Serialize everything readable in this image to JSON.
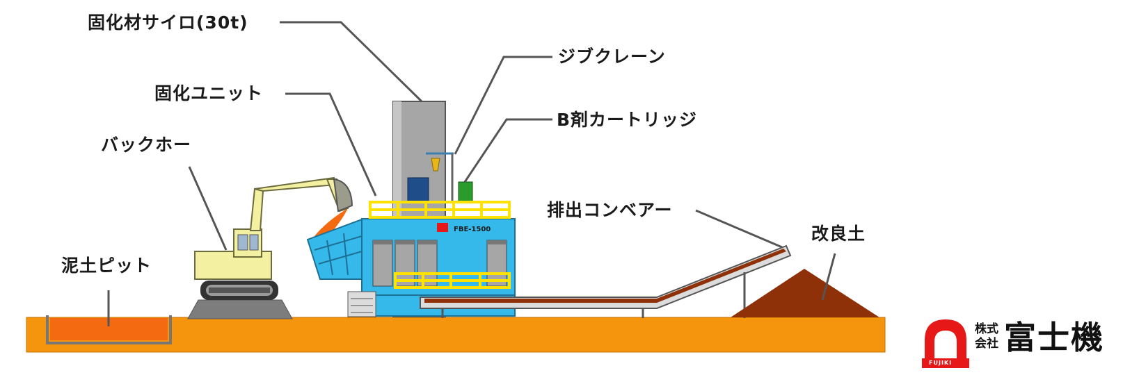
{
  "labels": {
    "silo": "固化材サイロ(30t)",
    "jib_crane": "ジブクレーン",
    "solid_unit": "固化ユニット",
    "b_cartridge": "B剤カートリッジ",
    "backhoe": "バックホー",
    "discharge_conveyor": "排出コンベアー",
    "improved_soil": "改良土",
    "mud_pit": "泥土ピット"
  },
  "unit_plate": "FBE-1500",
  "logo": {
    "company_prefix": "株式会社",
    "company_name": "富士機",
    "mark_text": "FUJIKI"
  },
  "colors": {
    "ground": "#f5950e",
    "unit_body": "#35b8ea",
    "silo": "#a6a6a6",
    "railing": "#ffe200",
    "mud": "#f36a10",
    "soil_pile": "#8f3108",
    "backhoe": "#f4f0a2",
    "logo_red": "#e61818"
  },
  "icons": [
    "fujiki-logo-mark"
  ]
}
